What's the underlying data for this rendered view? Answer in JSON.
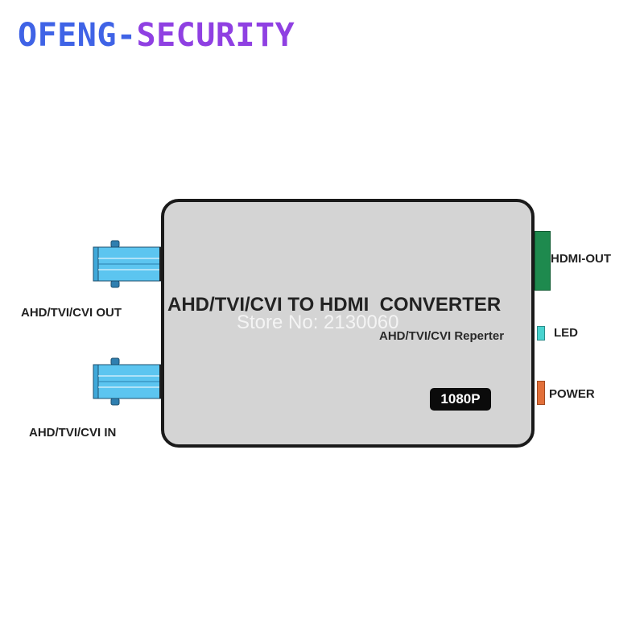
{
  "brand": {
    "part1": "OFENG-",
    "part2": "SECURITY"
  },
  "device": {
    "title": "AHD/TVI/CVI TO HDMI  CONVERTER",
    "watermark": "Store No: 2130060",
    "subtitle": "AHD/TVI/CVI Reperter",
    "badge": "1080P"
  },
  "ports": {
    "hdmi_out": "HDMI-OUT",
    "led": "LED",
    "power": "POWER"
  },
  "connectors": {
    "out_label": "AHD/TVI/CVI OUT",
    "in_label": "AHD/TVI/CVI IN"
  },
  "colors": {
    "brand_blue": "#3f63e6",
    "brand_purple": "#8f40e2",
    "device_body": "#d4d4d4",
    "bnc_connector": "#5cc5f0",
    "hdmi_port": "#1e8a4e",
    "led_port": "#49d3cf",
    "power_port": "#e2703a"
  }
}
